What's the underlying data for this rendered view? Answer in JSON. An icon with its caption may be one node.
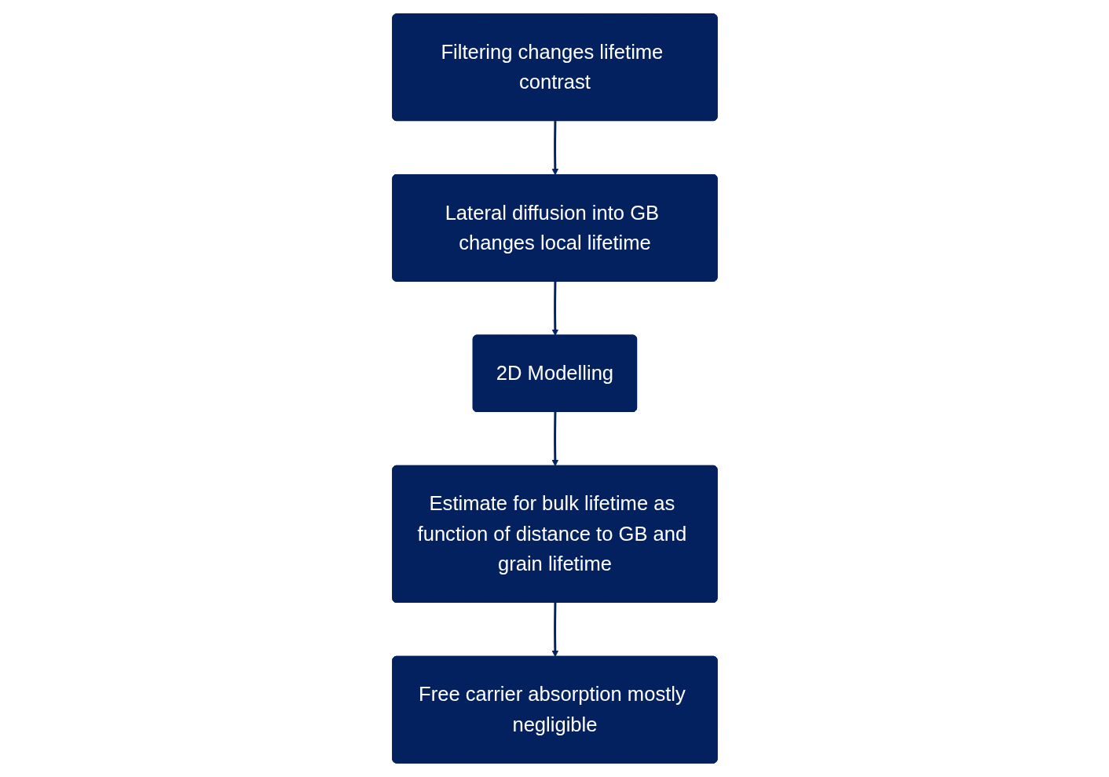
{
  "diagram": {
    "nodes": [
      {
        "text": [
          "Filtering changes lifetime contrast"
        ]
      },
      {
        "text": [
          "Lateral diffusion into GB changes local lifetime"
        ]
      },
      {
        "text": [
          "Free carrier absorption mostly negligible"
        ]
      },
      {
        "text": [
          "2D Modelling"
        ]
      },
      {
        "text": [
          "Estimate for bulk lifetime as function of distance to GB and grain lifetime"
        ]
      }
    ],
    "edges": [
      {
        "from": 0,
        "to": 1,
        "arrow": "to"
      },
      {
        "from": 1,
        "to": 3,
        "arrow": "to"
      },
      {
        "from": 3,
        "to": 4,
        "arrow": "to"
      },
      {
        "from": 4,
        "to": 2,
        "arrow": "to"
      }
    ]
  }
}
